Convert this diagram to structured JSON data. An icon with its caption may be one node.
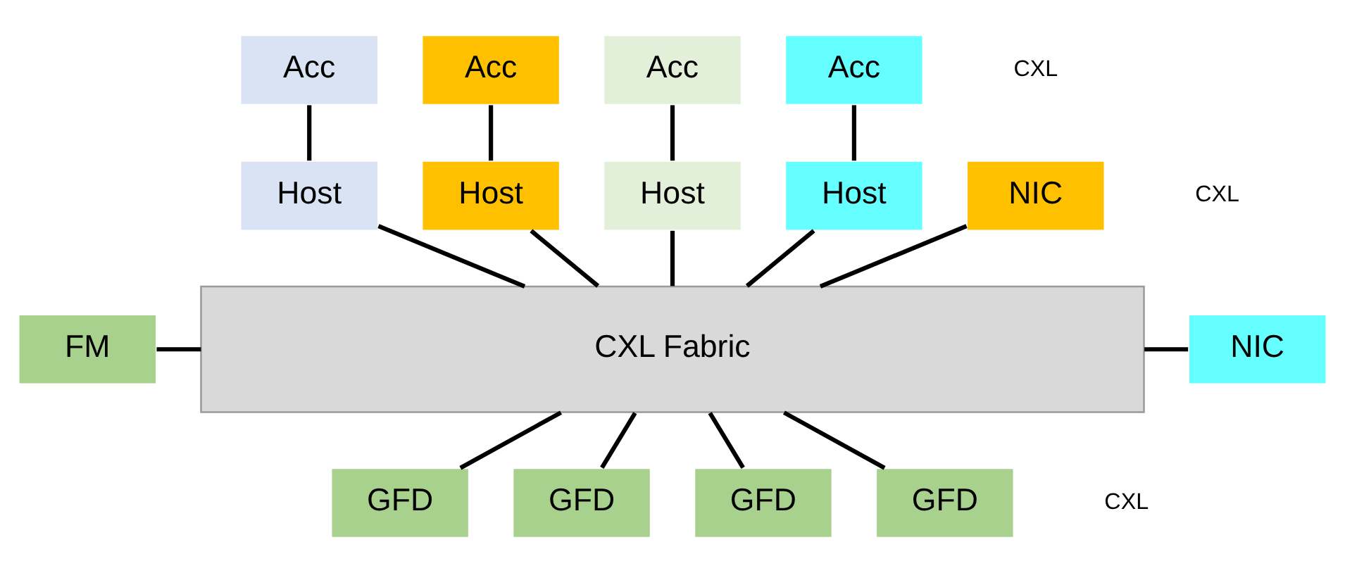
{
  "diagram": {
    "nodes": [
      {
        "text": [
          "Acc"
        ]
      },
      {
        "text": [
          "Host"
        ]
      },
      {
        "text": [
          "Acc"
        ]
      },
      {
        "text": [
          "Host"
        ]
      },
      {
        "text": [
          "Acc"
        ]
      },
      {
        "text": [
          "Host"
        ]
      },
      {
        "text": [
          "Acc"
        ]
      },
      {
        "text": [
          "Host"
        ]
      },
      {
        "text": [
          "NIC"
        ]
      },
      {
        "text": [
          "FM"
        ]
      },
      {
        "text": [
          "CXL Fabric"
        ]
      },
      {
        "text": [
          "NIC"
        ]
      },
      {
        "text": [
          "GFD"
        ]
      },
      {
        "text": [
          "GFD"
        ]
      },
      {
        "text": [
          "GFD"
        ]
      },
      {
        "text": [
          "GFD"
        ]
      }
    ],
    "edges": [
      {
        "from": 0,
        "to": 1,
        "arrow": "none"
      },
      {
        "from": 2,
        "to": 3,
        "arrow": "none"
      },
      {
        "from": 4,
        "to": 5,
        "arrow": "none"
      },
      {
        "from": 6,
        "to": 7,
        "arrow": "none"
      },
      {
        "from": 1,
        "to": 10,
        "arrow": "none"
      },
      {
        "from": 3,
        "to": 10,
        "arrow": "none"
      },
      {
        "from": 5,
        "to": 10,
        "arrow": "none"
      },
      {
        "from": 7,
        "to": 10,
        "arrow": "none"
      },
      {
        "from": 8,
        "to": 10,
        "arrow": "none"
      },
      {
        "from": 9,
        "to": 10,
        "arrow": "none"
      },
      {
        "from": 10,
        "to": 11,
        "arrow": "none"
      },
      {
        "from": 10,
        "to": 12,
        "arrow": "none"
      },
      {
        "from": 10,
        "to": 13,
        "arrow": "none"
      },
      {
        "from": 10,
        "to": 14,
        "arrow": "none"
      },
      {
        "from": 10,
        "to": 15,
        "arrow": "none"
      }
    ],
    "labels": [
      "CXL",
      "CXL",
      "CXL"
    ]
  }
}
